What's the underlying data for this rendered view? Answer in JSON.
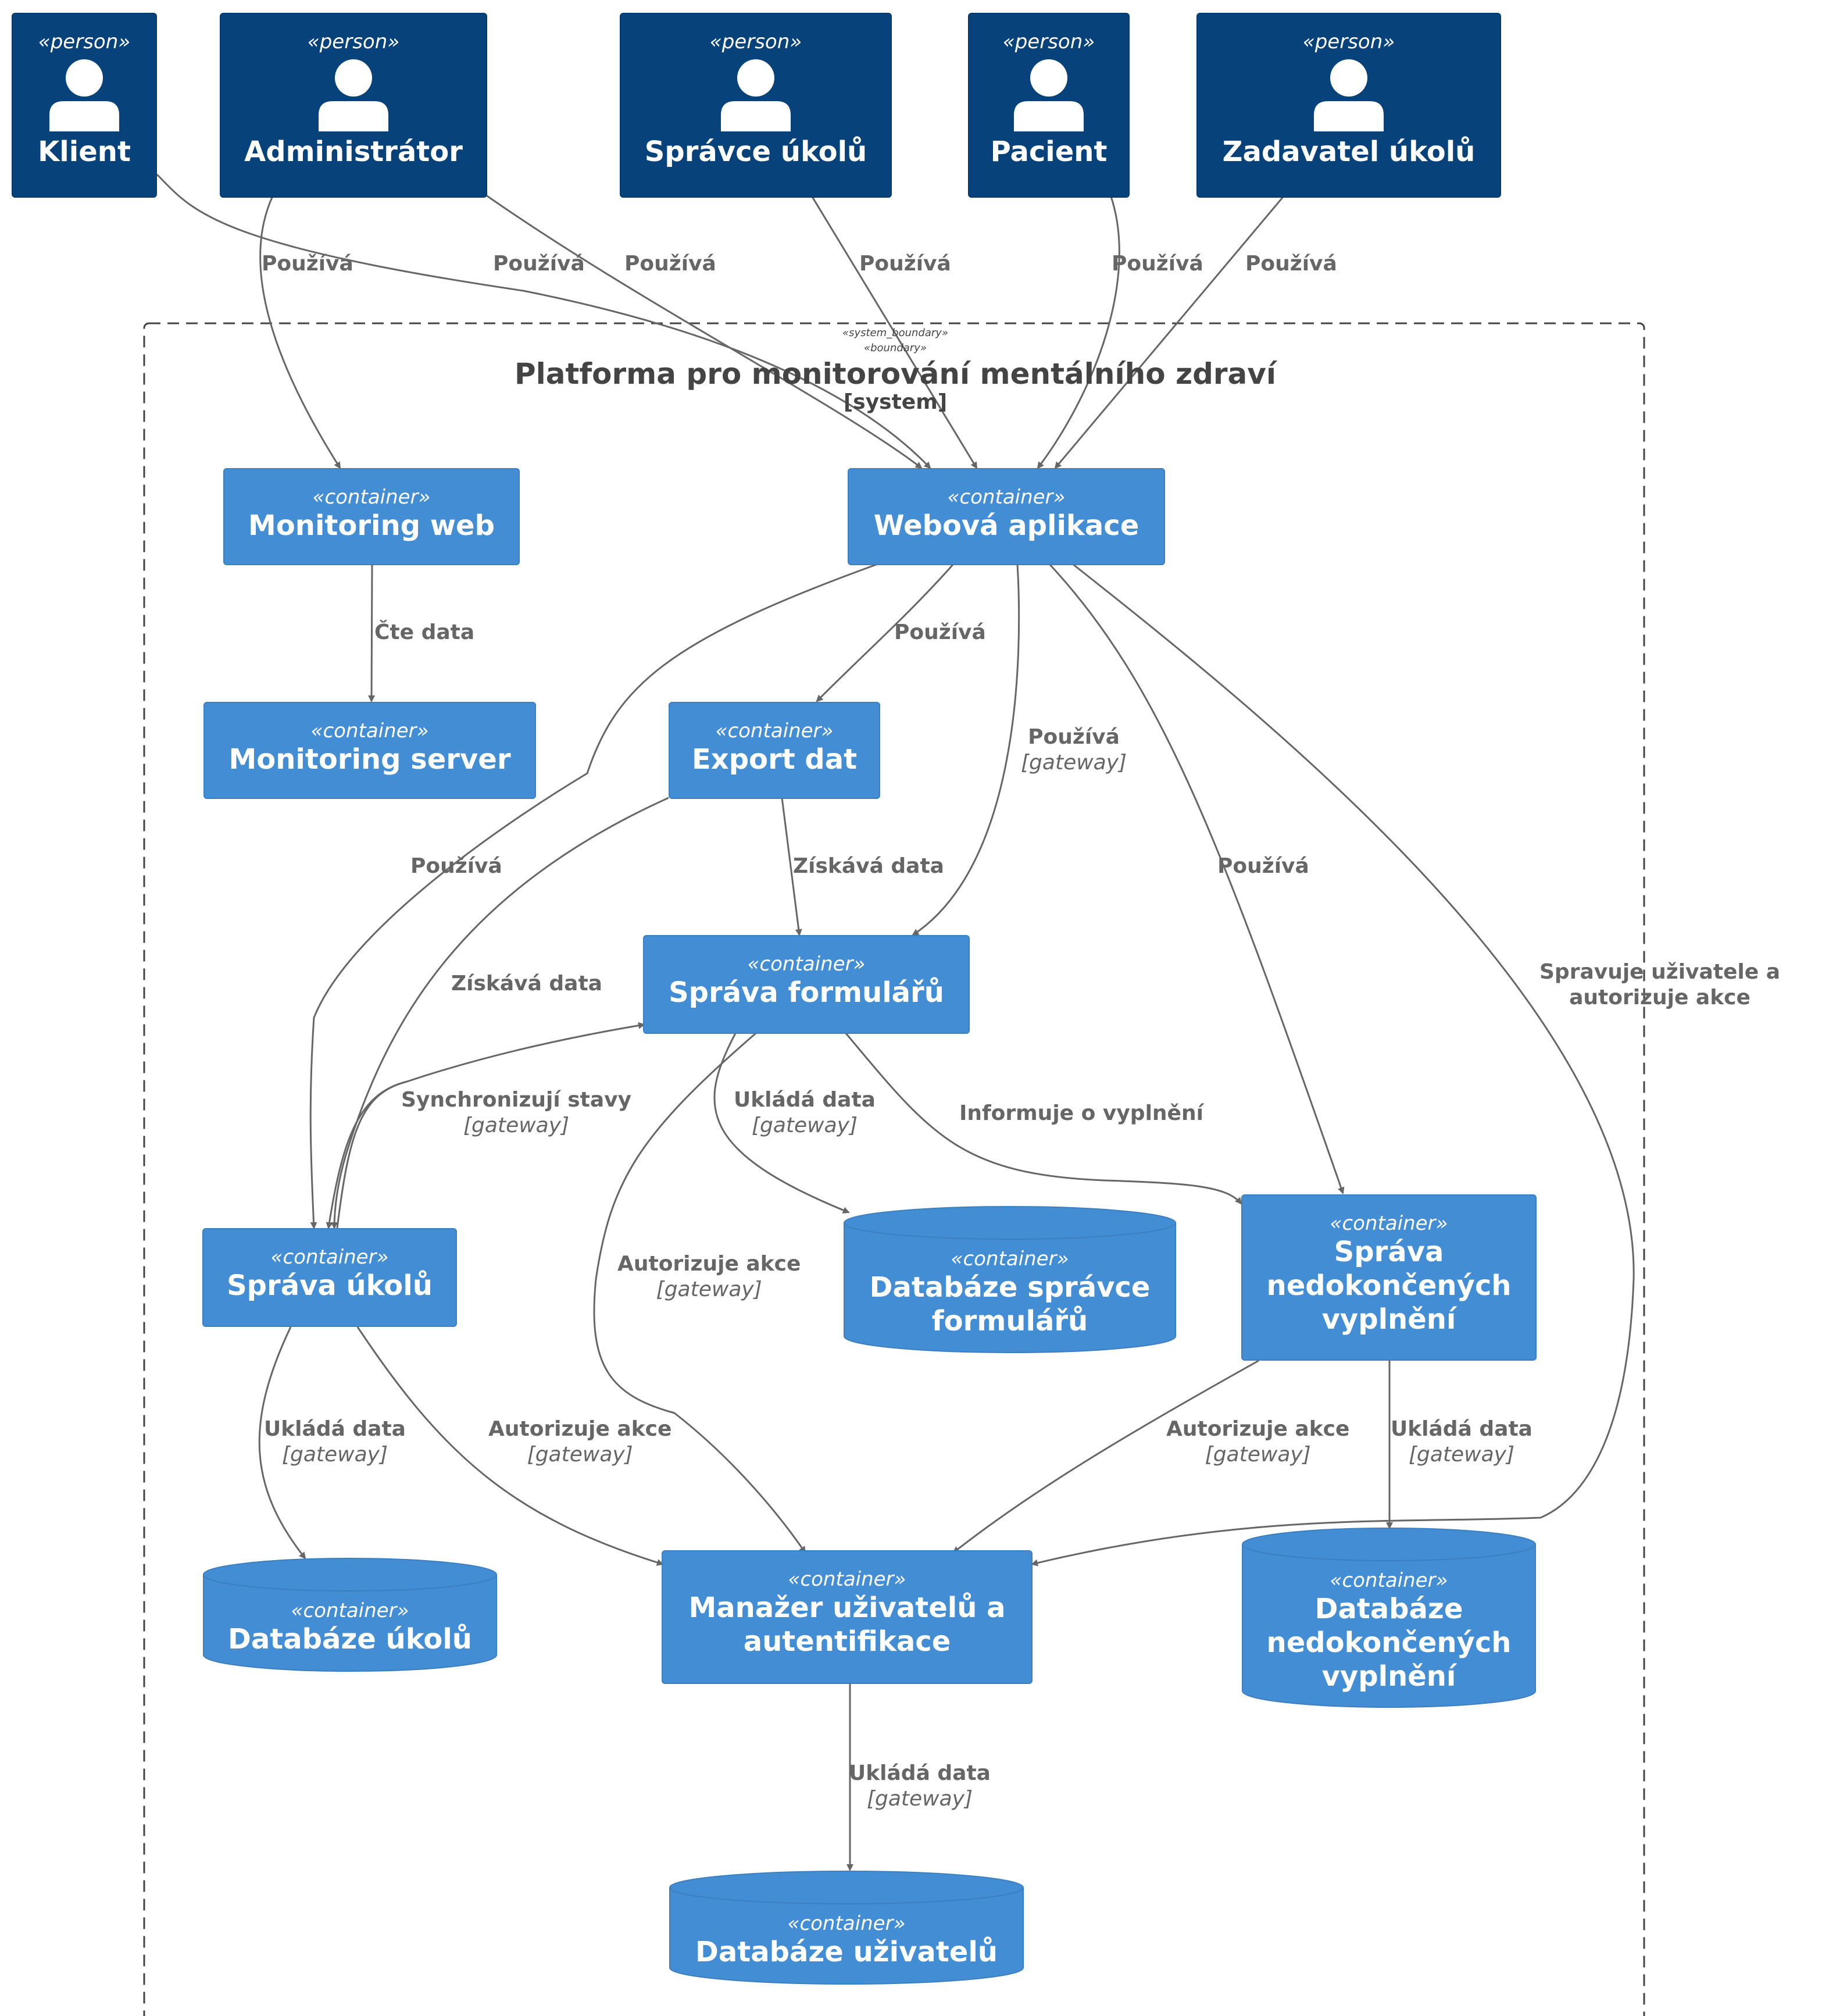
{
  "boundary": {
    "stereo1": "«system_boundary»",
    "stereo2": "«boundary»",
    "title": "Platforma pro monitorování mentálního zdraví",
    "type": "[system]"
  },
  "persons": [
    {
      "stereo": "«person»",
      "name": "Klient"
    },
    {
      "stereo": "«person»",
      "name": "Administrátor"
    },
    {
      "stereo": "«person»",
      "name": "Správce úkolů"
    },
    {
      "stereo": "«person»",
      "name": "Pacient"
    },
    {
      "stereo": "«person»",
      "name": "Zadavatel úkolů"
    }
  ],
  "containers": {
    "monitoring_web": {
      "stereo": "«container»",
      "name": "Monitoring web"
    },
    "webova_aplikace": {
      "stereo": "«container»",
      "name": "Webová aplikace"
    },
    "monitoring_server": {
      "stereo": "«container»",
      "name": "Monitoring server"
    },
    "export_dat": {
      "stereo": "«container»",
      "name": "Export dat"
    },
    "sprava_formularu": {
      "stereo": "«container»",
      "name": "Správa formulářů"
    },
    "sprava_ukolu": {
      "stereo": "«container»",
      "name": "Správa úkolů"
    },
    "sprava_nedokoncenych": {
      "stereo": "«container»",
      "name1": "Správa",
      "name2": "nedokončených",
      "name3": "vyplnění"
    },
    "manazer": {
      "stereo": "«container»",
      "name1": "Manažer uživatelů a",
      "name2": "autentifikace"
    }
  },
  "databases": {
    "db_formularu": {
      "stereo": "«container»",
      "name1": "Databáze správce",
      "name2": "formulářů"
    },
    "db_ukolu": {
      "stereo": "«container»",
      "name1": "Databáze úkolů"
    },
    "db_nedokoncenych": {
      "stereo": "«container»",
      "name1": "Databáze",
      "name2": "nedokončených",
      "name3": "vyplnění"
    },
    "db_uzivatelu": {
      "stereo": "«container»",
      "name1": "Databáze uživatelů"
    }
  },
  "edges": {
    "klient_web": "Používá",
    "admin_monweb": "Používá",
    "admin_web": "Používá",
    "spravce_web": "Používá",
    "pacient_web": "Používá",
    "zadavatel_web": "Používá",
    "monweb_monserver": "Čte data",
    "web_export": "Používá",
    "web_formulare": {
      "label": "Používá",
      "tech": "[gateway]"
    },
    "web_ukoly": "Používá",
    "web_nedokoncene": "Používá",
    "web_manazer": {
      "line1": "Spravuje uživatele a",
      "line2": "autorizuje akce"
    },
    "export_formulare": "Získává data",
    "export_ukoly": "Získává data",
    "ukoly_formulare": {
      "label": "Synchronizují stavy",
      "tech": "[gateway]"
    },
    "formulare_db": {
      "label": "Ukládá data",
      "tech": "[gateway]"
    },
    "formulare_nedokoncene": "Informuje o vyplnění",
    "formulare_manazer": {
      "label": "Autorizuje akce",
      "tech": "[gateway]"
    },
    "ukoly_db": {
      "label": "Ukládá data",
      "tech": "[gateway]"
    },
    "ukoly_manazer": {
      "label": "Autorizuje akce",
      "tech": "[gateway]"
    },
    "nedokoncene_manazer": {
      "label": "Autorizuje akce",
      "tech": "[gateway]"
    },
    "nedokoncene_db": {
      "label": "Ukládá data",
      "tech": "[gateway]"
    },
    "manazer_db": {
      "label": "Ukládá data",
      "tech": "[gateway]"
    }
  },
  "colors": {
    "person": "#08427b",
    "container": "#438dd5",
    "edge": "#666666",
    "boundary": "#444444"
  }
}
